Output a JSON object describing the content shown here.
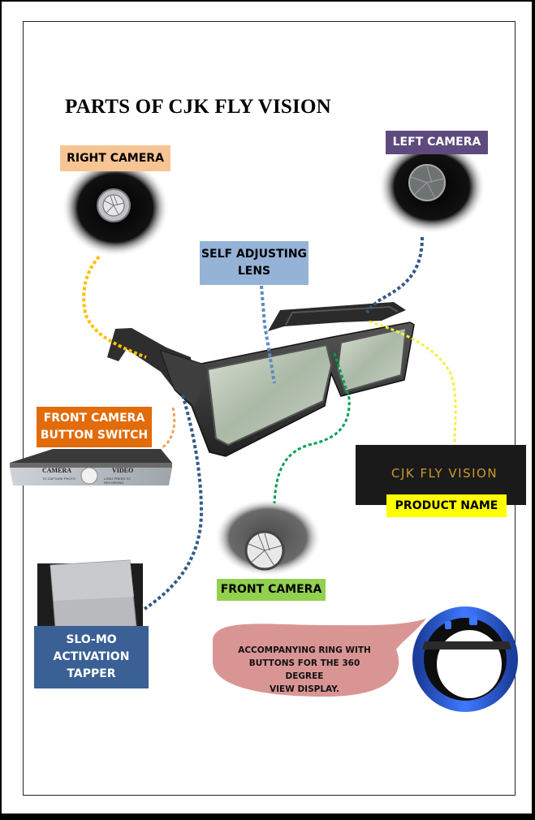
{
  "title": "PARTS OF CJK FLY VISION",
  "labels": {
    "right_camera": "RIGHT CAMERA",
    "left_camera": "LEFT CAMERA",
    "self_adjusting_lens_line1": "SELF ADJUSTING",
    "self_adjusting_lens_line2": "LENS",
    "front_camera_switch_line1": "FRONT CAMERA",
    "front_camera_switch_line2": "BUTTON SWITCH",
    "product_name": "PRODUCT NAME",
    "front_camera": "FRONT CAMERA",
    "slo_mo_line1": "SLO-MO",
    "slo_mo_line2": "ACTIVATION",
    "slo_mo_line3": "TAPPER"
  },
  "product_logo_text": "CJK FLY VISION",
  "switch_panel": {
    "camera_label": "CAMERA",
    "video_label": "VIDEO",
    "camera_hint": "TO CAPTURE PHOTO",
    "video_hint": "LONG PRESS TO RECORDING"
  },
  "ring_callout": {
    "line1": "ACCOMPANYING RING WITH",
    "line2": "BUTTONS FOR THE 360 DEGREE",
    "line3": "VIEW DISPLAY."
  },
  "colors": {
    "right_camera": "#f7c594",
    "left_camera": "#5e4a7e",
    "self_adjusting_lens": "#95b3d7",
    "front_camera_switch": "#e26b0a",
    "product_name": "#ffff00",
    "front_camera": "#92d050",
    "slo_mo": "#3a6095",
    "ring_bubble": "#d99594",
    "line_yellow": "#ffc000",
    "line_navy": "#335a8a",
    "line_orange": "#f2a060",
    "line_green": "#00a050",
    "line_lightyellow": "#f5f040",
    "line_blue": "#5d8cc4"
  }
}
